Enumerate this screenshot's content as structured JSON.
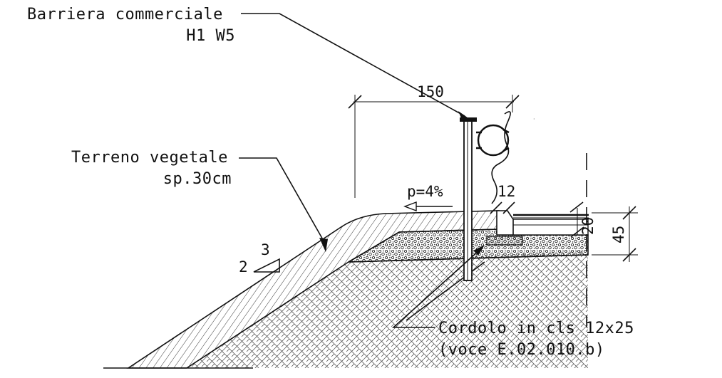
{
  "labels": {
    "barrier_line1": "Barriera commerciale",
    "barrier_line2": "H1 W5",
    "soil_line1": "Terreno vegetale",
    "soil_line2": "sp.30cm",
    "curb_line1": "Cordolo in cls 12x25",
    "curb_line2": "(voce E.02.010.b)"
  },
  "dimensions": {
    "width_top": "150",
    "slope_text": "p=4%",
    "curb_width": "12",
    "pavement_depth": "20",
    "total_depth": "45"
  },
  "slope_ratio": {
    "rise": "2",
    "run": "3"
  }
}
